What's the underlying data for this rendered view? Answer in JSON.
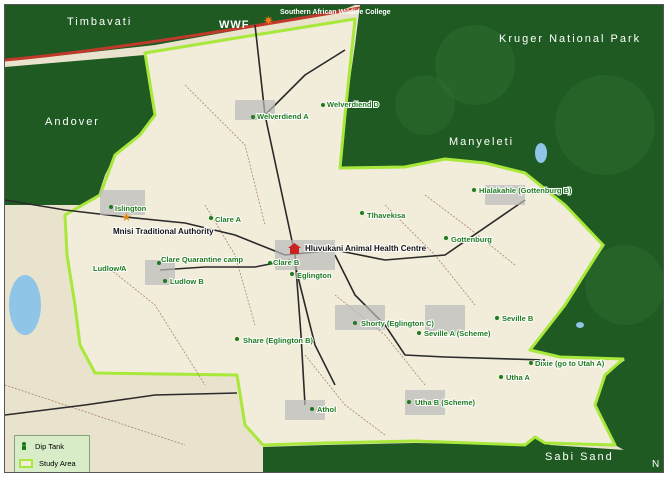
{
  "regions": {
    "timbavati": "Timbavati",
    "kruger": "Kruger National Park",
    "andover": "Andover",
    "manyeleti": "Manyeleti",
    "sabi_sand": "Sabi Sand"
  },
  "landmarks": {
    "wwf": "WWF",
    "college": "Southern African Wildlife College",
    "authority": "Mnisi Traditional Authority",
    "health_centre": "Hluvukani Animal Health Centre"
  },
  "dip_tanks": [
    "Welverdiend D",
    "Welverdiend A",
    "Islington",
    "Clare A",
    "Tlhavekisa",
    "Hlalakahle (Gottenburg B)",
    "Gottenburg",
    "Clare Quarantine camp",
    "Clare B",
    "Eglington",
    "Ludlow A",
    "Ludlow B",
    "Shorty (Eglington C)",
    "Seville A (Scheme)",
    "Seville B",
    "Share (Eglington B)",
    "Dixie (go to Utah A)",
    "Utha A",
    "Utha B (Scheme)",
    "Athol"
  ],
  "legend": {
    "dip_tank": "Dip Tank",
    "study_area": "Study Area"
  },
  "colors": {
    "reserve": "#1f5a22",
    "reserve_light": "#2d6b2e",
    "study_fill": "#f2ecda",
    "outside_fill": "#e9e2cc",
    "boundary": "#a8e83a",
    "road": "#2a2a2a",
    "water": "#8fc6e8",
    "dip_green": "#1f7a1f",
    "centre_red": "#cc2222"
  }
}
